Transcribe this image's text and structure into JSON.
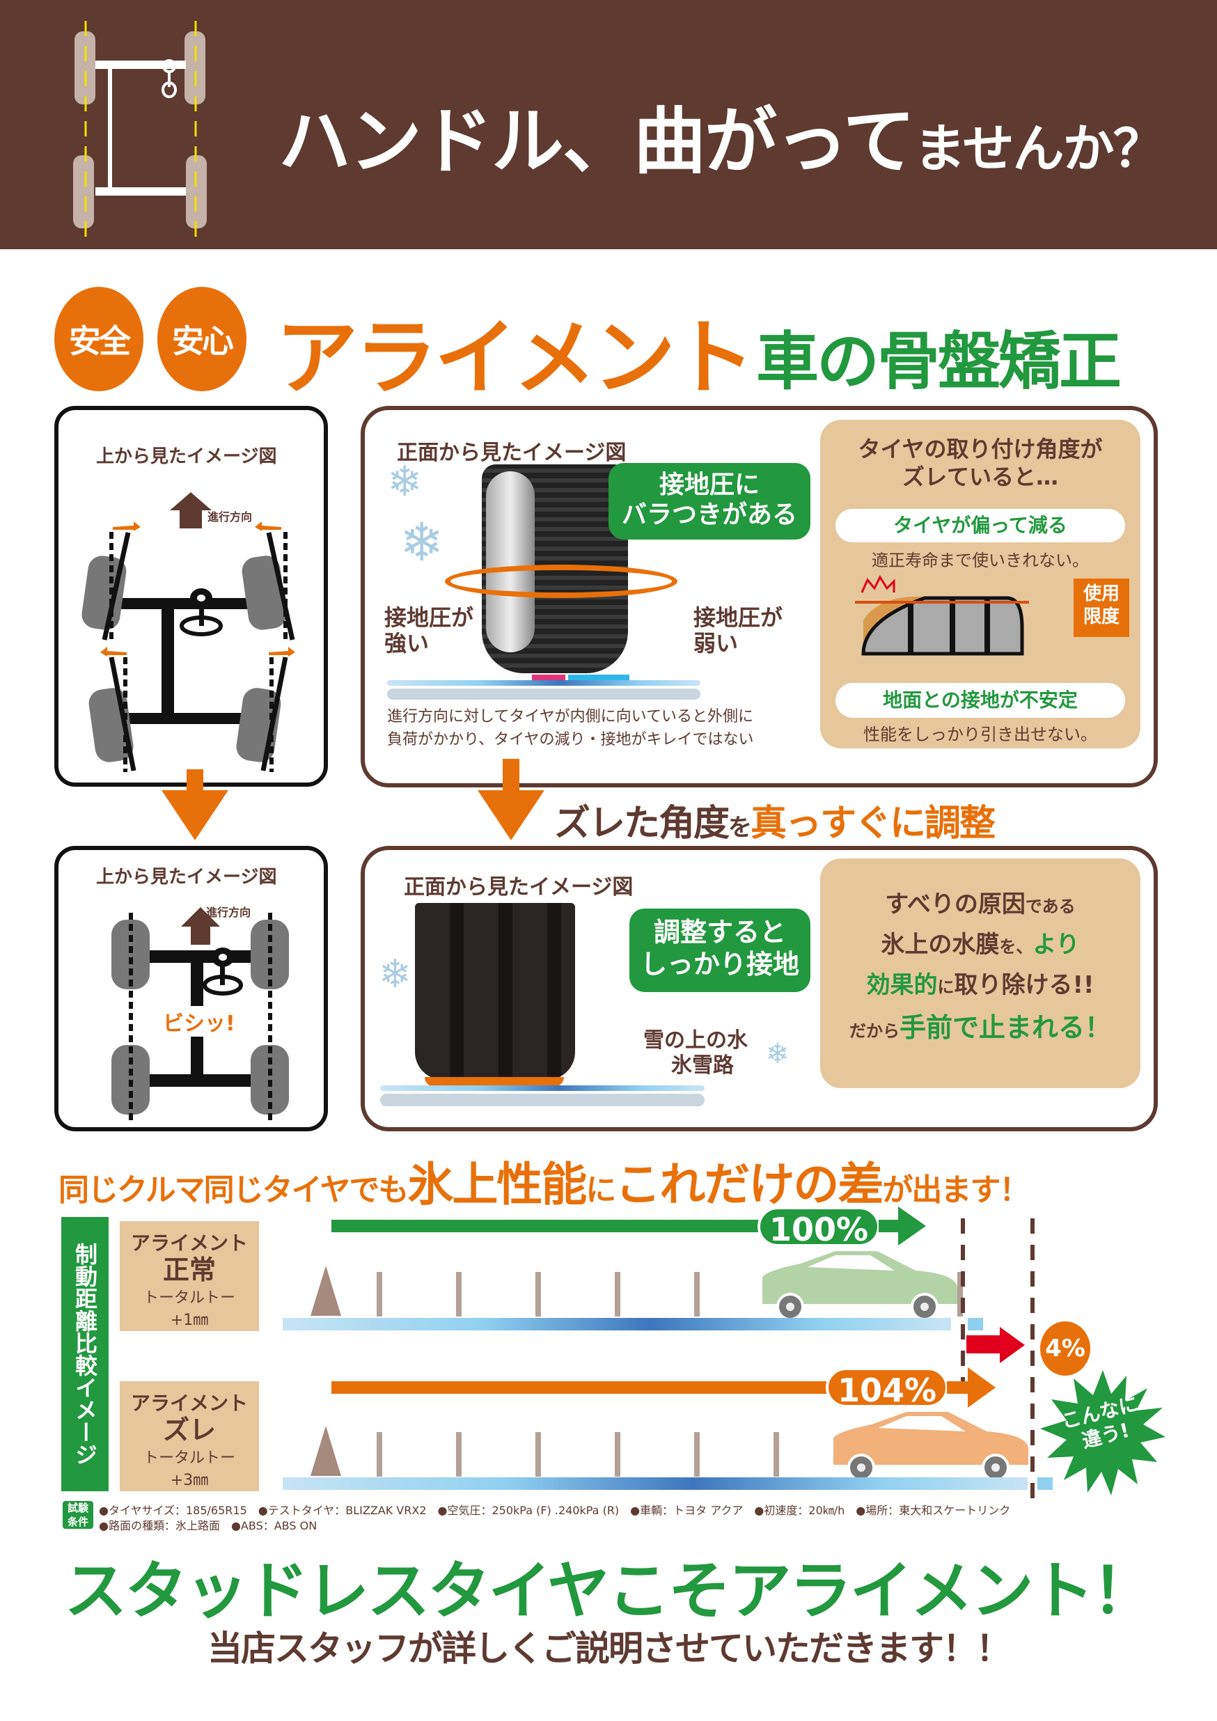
{
  "header": {
    "title_main": "ハンドル、曲がって",
    "title_tail": "ませんか？",
    "icon": "car-chassis-misaligned-icon"
  },
  "headline": {
    "badge_1": "安全",
    "badge_2": "安心",
    "title": "アライメント",
    "subtitle": "車の骨盤矯正"
  },
  "section_before": {
    "top_view": {
      "label": "上から見たイメージ図",
      "direction": "進行方向"
    },
    "front_view": {
      "label": "正面から見たイメージ図",
      "callout": [
        "接地圧に",
        "バラつきがある"
      ],
      "pressure_strong": [
        "接地圧が",
        "強い"
      ],
      "pressure_weak": [
        "接地圧が",
        "弱い"
      ],
      "description": [
        "進行方向に対してタイヤが内側に向いていると外側に",
        "負荷がかかり、タイヤの減り・接地がキレイではない"
      ]
    },
    "effects": {
      "heading": [
        "タイヤの取り付け角度が",
        "ズレていると…"
      ],
      "effect_1_title": "タイヤが偏って減る",
      "effect_1_desc": "適正寿命まで使いきれない。",
      "wear_limit_label": [
        "使用",
        "限度"
      ],
      "effect_2_title": "地面との接地が不安定",
      "effect_2_desc": "性能をしっかり引き出せない。"
    }
  },
  "adjust_banner": {
    "part_1": "ズレた角度",
    "part_2": "を",
    "part_3": "真っすぐに調整"
  },
  "section_after": {
    "top_view": {
      "label": "上から見たイメージ図",
      "direction": "進行方向",
      "exclaim": "ビシッ!"
    },
    "front_view": {
      "label": "正面から見たイメージ図",
      "callout": [
        "調整すると",
        "しっかり接地"
      ],
      "water_label": "雪の上の水",
      "road_label": "氷雪路"
    },
    "benefit": {
      "line1_a": "すべりの原因",
      "line1_b": "である",
      "line2_a": "氷上の水膜",
      "line2_b": "を、",
      "line2_c": "より",
      "line3_a": "効果的",
      "line3_b": "に",
      "line3_c": "取り除ける!!",
      "line4_a": "だから",
      "line4_b": "手前で止まれる！"
    }
  },
  "comparison": {
    "headline_a": "同じクルマ同じタイヤでも",
    "headline_b": "氷上性能",
    "headline_c": "に",
    "headline_d": "これだけの差",
    "headline_e": "が出ます！",
    "side_label": "制動距離比較イメージ",
    "rows": [
      {
        "title": "アライメント",
        "state": "正常",
        "toe_label": "トータルトー",
        "toe_value": "+1㎜",
        "percent": "100%",
        "color": "#22983f"
      },
      {
        "title": "アライメント",
        "state": "ズレ",
        "toe_label": "トータルトー",
        "toe_value": "+3㎜",
        "percent": "104%",
        "color": "#e8700a"
      }
    ],
    "difference": "4%",
    "burst": [
      "こんなに",
      "違う!"
    ]
  },
  "test_conditions": {
    "badge": [
      "試験",
      "条件"
    ],
    "line1": "●タイヤサイズ：185/65R15　●テストタイヤ：BLIZZAK VRX2　●空気圧：250kPa (F) .240kPa (R)　●車輌：トヨタ アクア　●初速度：20㎞/h　●場所：東大和スケートリンク",
    "line2": "●路面の種類：氷上路面　●ABS：ABS ON"
  },
  "footer": {
    "headline": "スタッドレスタイヤこそアライメント！",
    "sub": "当店スタッフが詳しくご説明させていただきます！！"
  },
  "colors": {
    "brown": "#5e3a30",
    "orange": "#e8700a",
    "green": "#22983f",
    "tan": "#e6c79c",
    "red_arrow": "#e0001b"
  }
}
